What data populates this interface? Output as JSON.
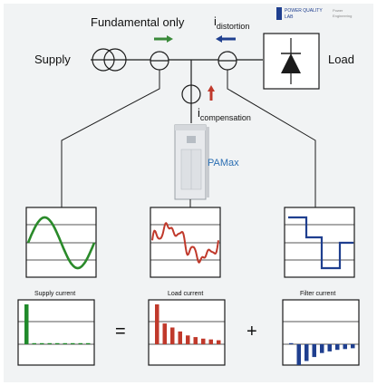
{
  "labels": {
    "supply": "Supply",
    "load": "Load",
    "fundamental_only": "Fundamental only",
    "i_distortion_main": "i",
    "i_distortion_sub": "distortion",
    "i_compensation_main": "i",
    "i_compensation_sub": "compensation",
    "device_name": "PAMax",
    "equals": "=",
    "plus": "+"
  },
  "brand": {
    "name_line1": "POWER QUALITY",
    "name_line2": "LAB",
    "tagline_line1": "Power",
    "tagline_line2": "Engineering"
  },
  "spectra": [
    {
      "title": "Supply current",
      "color": "#1f8a2a",
      "values": [
        1.0,
        0.02,
        0.02,
        0.02,
        0.02,
        0.02,
        0.02,
        0.02,
        0.02
      ]
    },
    {
      "title": "Load current",
      "color": "#c0392b",
      "values": [
        1.0,
        0.52,
        0.42,
        0.32,
        0.22,
        0.18,
        0.14,
        0.12,
        0.1
      ]
    },
    {
      "title": "Filter current",
      "color": "#1f3f8f",
      "values": [
        0.02,
        -0.52,
        -0.42,
        -0.32,
        -0.22,
        -0.18,
        -0.14,
        -0.12,
        -0.1
      ]
    }
  ],
  "waveforms": [
    {
      "name": "supply-current-waveform",
      "color": "#2a8a2a"
    },
    {
      "name": "load-current-waveform",
      "color": "#c0392b"
    },
    {
      "name": "filter-current-waveform",
      "color": "#1f3f8f"
    }
  ],
  "colors": {
    "background_panel": "#f1f3f4",
    "line": "#1b1b1b",
    "arrow_green": "#3a8a3a",
    "arrow_blue": "#1f3f8f",
    "arrow_red": "#c0392b",
    "device_label": "#2c6fb3"
  }
}
